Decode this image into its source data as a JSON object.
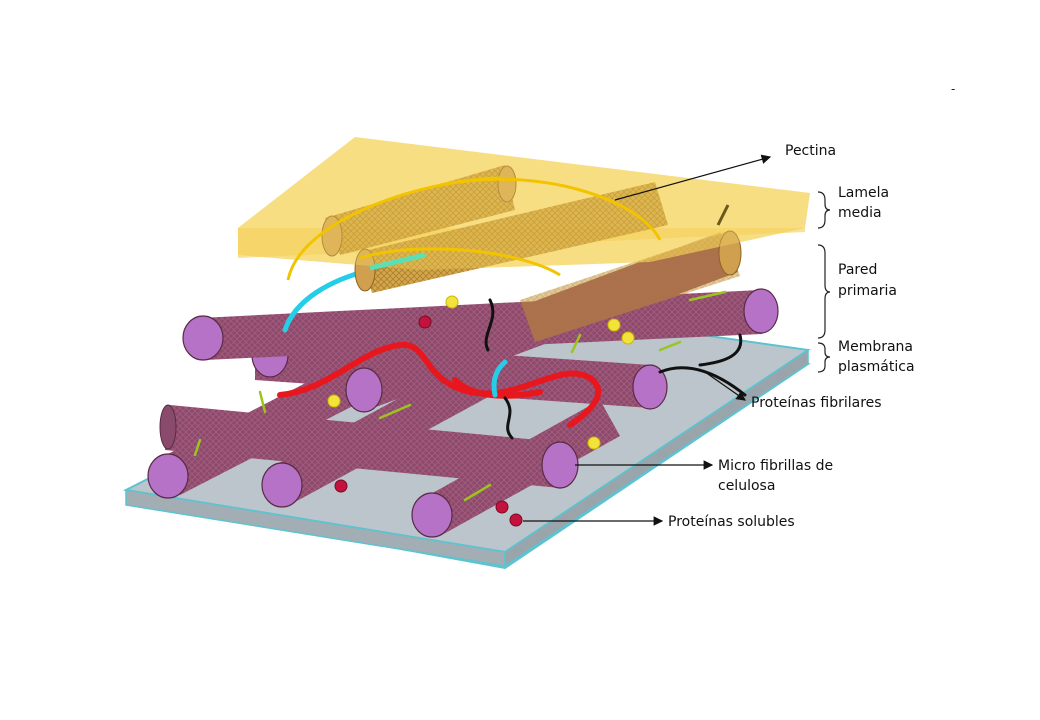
{
  "diagram": {
    "labels": {
      "pectina": "Pectina",
      "lamela_1": "Lamela",
      "lamela_2": "media",
      "pared_1": "Pared",
      "pared_2": "primaria",
      "membrana_1": "Membrana",
      "membrana_2": "plasmática",
      "fibrilares": "Proteínas fibrilares",
      "micro_1": "Micro fibrillas de",
      "micro_2": "celulosa",
      "solubles": "Proteínas solubles",
      "corner_mark": "-"
    },
    "colors": {
      "pectin_layer": "#f5d15c",
      "cellulose_rod": "#8a4a6c",
      "rod_end": "#b572c6",
      "pectin_rod": "#cfa04a",
      "membrane": "#b9c2c8",
      "membrane_edge": "#5cc3d1",
      "fibrillar_red": "#e8171d",
      "fibrillar_black": "#111111",
      "cyan_strand": "#25cde6",
      "yellow_strand": "#f2c400",
      "green_strand": "#9bc41e",
      "soluble_red": "#c4123e",
      "soluble_yellow": "#f3e23a"
    }
  }
}
